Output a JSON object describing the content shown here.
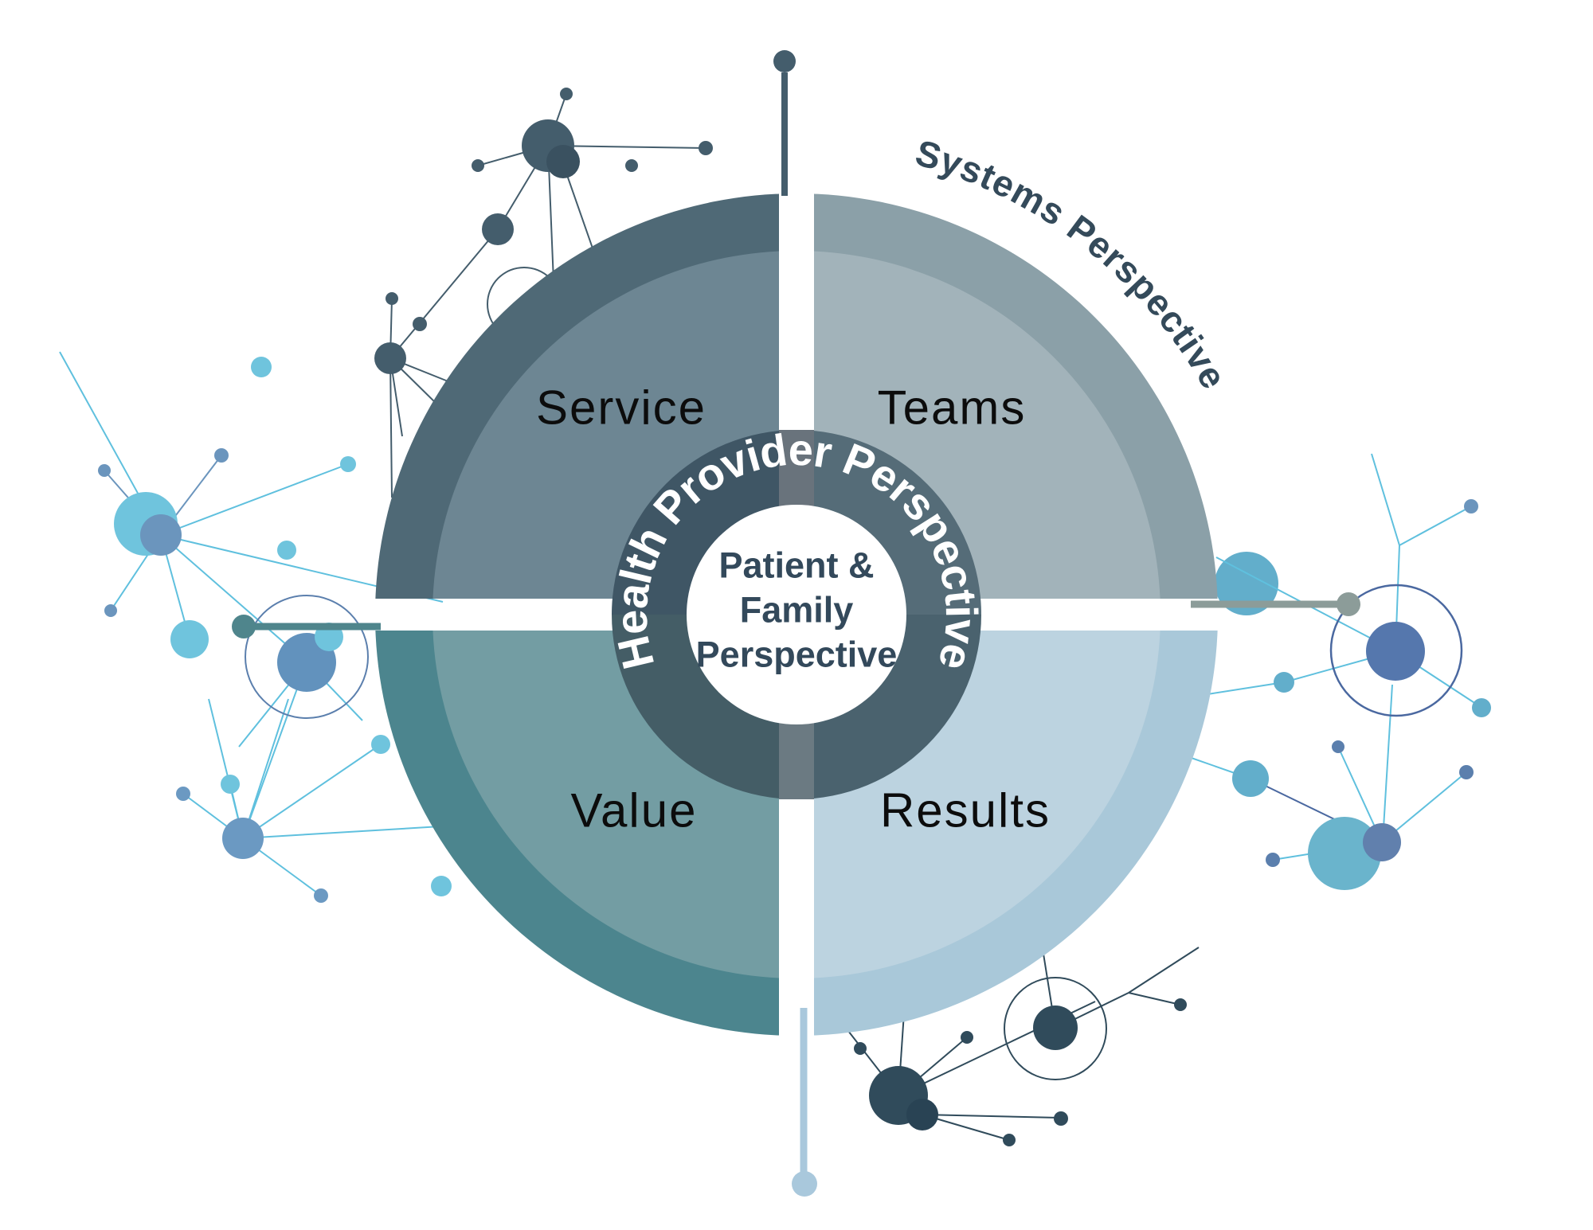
{
  "diagram": {
    "outer_arc": {
      "label": "Systems Perspective",
      "color": "#344a5a"
    },
    "hub": {
      "ring_label": "Health Provider Perspective",
      "ring_text_color": "#ffffff",
      "sector_tl": "#3f5665",
      "sector_tr": "#556c78",
      "sector_br": "#4a626e",
      "sector_bl": "#445d66",
      "stub_top": "#69737c",
      "stub_bottom": "#6b7a82",
      "inner_circle": "#ffffff"
    },
    "center": {
      "line1": "Patient &",
      "line2": "Family",
      "line3": "Perspective",
      "color": "#33495b"
    },
    "quadrants": {
      "label_color": "#0c0c0c",
      "service": {
        "label": "Service",
        "fill": "#6d8693",
        "band": "#4f6976"
      },
      "teams": {
        "label": "Teams",
        "fill": "#a2b3ba",
        "band": "#8ba0a8"
      },
      "value": {
        "label": "Value",
        "fill": "#739da3",
        "band": "#4c858e"
      },
      "results": {
        "label": "Results",
        "fill": "#bcd3e0",
        "band": "#a9c8d9"
      }
    },
    "anchors": {
      "top": {
        "color": "#445d6c"
      },
      "bottom": {
        "color": "#a9c8dc"
      },
      "left": {
        "color": "#4f858c"
      },
      "right": {
        "color": "#8c9c99"
      }
    },
    "palette": {
      "dark_slate": "#445d6c",
      "deep_slate": "#304b5b",
      "steel_blue": "#6b95bd",
      "steel_blue_2": "#6292bd",
      "navy": "#5577ad",
      "navy_line": "#4a68a0",
      "sky_blue": "#6fc4dd",
      "sky_blue_2": "#62aecb",
      "sky_blue_3": "#6ab4cc",
      "cyan_line": "#5fc0de",
      "sage": "#8c9c99",
      "teal": "#4f858c",
      "light_blue": "#a9c8dc"
    }
  }
}
